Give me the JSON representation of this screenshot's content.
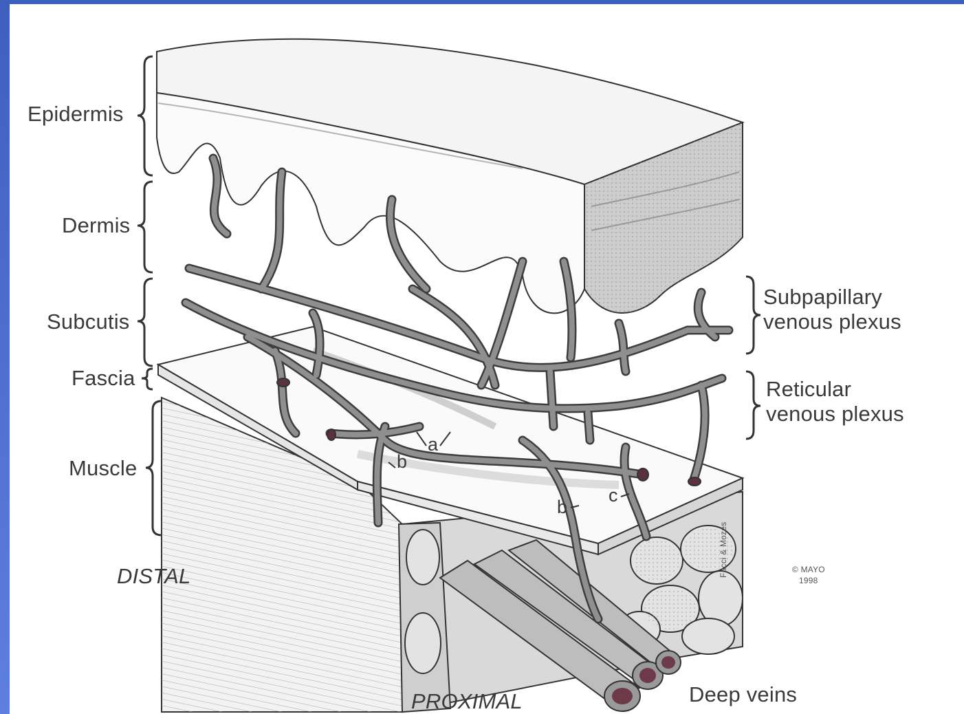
{
  "colors": {
    "frame": "#4b6cd6",
    "ink": "#3a3a3a",
    "vein": "#8f8f8f",
    "vein_edge": "#3d3d3d",
    "lumen": "#6d3a4a"
  },
  "layers": {
    "epidermis": "Epidermis",
    "dermis": "Dermis",
    "subcutis": "Subcutis",
    "fascia": "Fascia",
    "muscle": "Muscle"
  },
  "plexus": {
    "subpapillary_line1": "Subpapillary",
    "subpapillary_line2": "venous plexus",
    "reticular_line1": "Reticular",
    "reticular_line2": "venous plexus"
  },
  "markers": {
    "a": "a",
    "b1": "b",
    "b2": "b",
    "c": "c"
  },
  "orientation": {
    "distal": "DISTAL",
    "proximal": "PROXIMAL"
  },
  "deep_veins": "Deep veins",
  "credits": {
    "copyright_line1": "© MAYO",
    "copyright_line2": "1998",
    "artists": "Facci & Mozes"
  },
  "icons": [
    "curly-brace-icon"
  ]
}
